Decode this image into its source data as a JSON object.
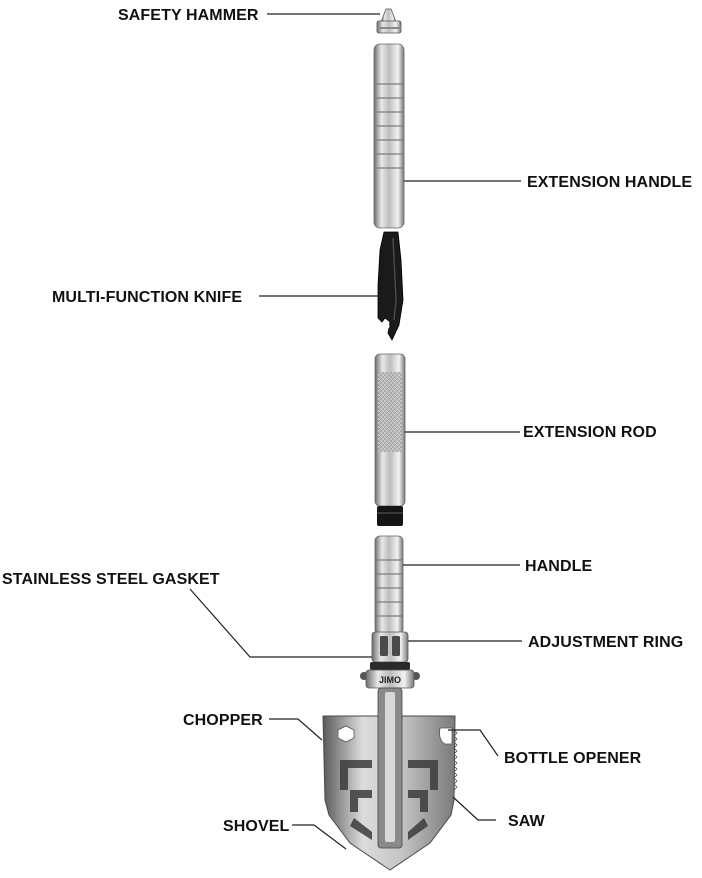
{
  "labels": {
    "safety_hammer": "SAFETY HAMMER",
    "extension_handle": "EXTENSION HANDLE",
    "multi_function_knife": "MULTI-FUNCTION KNIFE",
    "extension_rod": "EXTENSION ROD",
    "handle": "HANDLE",
    "stainless_steel_gasket": "STAINLESS STEEL GASKET",
    "adjustment_ring": "ADJUSTMENT RING",
    "chopper": "CHOPPER",
    "bottle_opener": "BOTTLE OPENER",
    "saw": "SAW",
    "shovel": "SHOVEL"
  },
  "brand_mark": "JIMO",
  "colors": {
    "steel_light": "#e6e6e6",
    "steel_mid": "#b4b4b4",
    "steel_dark": "#6e6e6e",
    "blade_black": "#1a1a1a",
    "text": "#111111"
  }
}
